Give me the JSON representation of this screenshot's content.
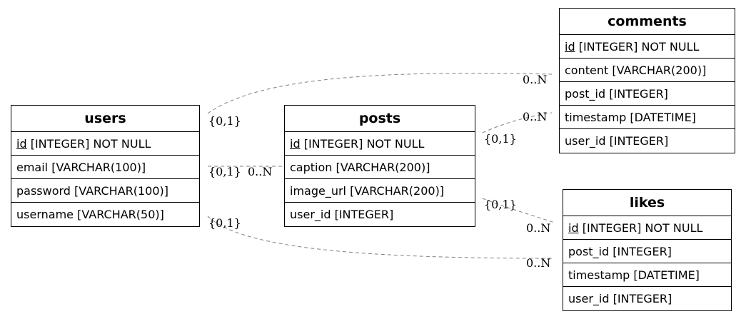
{
  "entities": {
    "users": {
      "title": "users",
      "columns": [
        {
          "name": "id",
          "type": " [INTEGER] NOT NULL"
        },
        {
          "name": "email",
          "type": " [VARCHAR(100)]"
        },
        {
          "name": "password",
          "type": " [VARCHAR(100)]"
        },
        {
          "name": "username",
          "type": " [VARCHAR(50)]"
        }
      ]
    },
    "posts": {
      "title": "posts",
      "columns": [
        {
          "name": "id",
          "type": " [INTEGER] NOT NULL"
        },
        {
          "name": "caption",
          "type": " [VARCHAR(200)]"
        },
        {
          "name": "image_url",
          "type": " [VARCHAR(200)]"
        },
        {
          "name": "user_id",
          "type": " [INTEGER]"
        }
      ]
    },
    "comments": {
      "title": "comments",
      "columns": [
        {
          "name": "id",
          "type": " [INTEGER] NOT NULL"
        },
        {
          "name": "content",
          "type": " [VARCHAR(200)]"
        },
        {
          "name": "post_id",
          "type": " [INTEGER]"
        },
        {
          "name": "timestamp",
          "type": " [DATETIME]"
        },
        {
          "name": "user_id",
          "type": " [INTEGER]"
        }
      ]
    },
    "likes": {
      "title": "likes",
      "columns": [
        {
          "name": "id",
          "type": " [INTEGER] NOT NULL"
        },
        {
          "name": "post_id",
          "type": " [INTEGER]"
        },
        {
          "name": "timestamp",
          "type": " [DATETIME]"
        },
        {
          "name": "user_id",
          "type": " [INTEGER]"
        }
      ]
    }
  },
  "relationships": [
    {
      "from": "users",
      "to": "comments",
      "from_card": "{0,1}",
      "to_card": "0..N"
    },
    {
      "from": "users",
      "to": "posts",
      "from_card": "{0,1}",
      "to_card": "0..N"
    },
    {
      "from": "users",
      "to": "likes",
      "from_card": "{0,1}",
      "to_card": "0..N"
    },
    {
      "from": "posts",
      "to": "comments",
      "from_card": "{0,1}",
      "to_card": "0..N"
    },
    {
      "from": "posts",
      "to": "likes",
      "from_card": "{0,1}",
      "to_card": "0..N"
    }
  ],
  "colors": {
    "edge": "#808080",
    "border": "#000000"
  }
}
